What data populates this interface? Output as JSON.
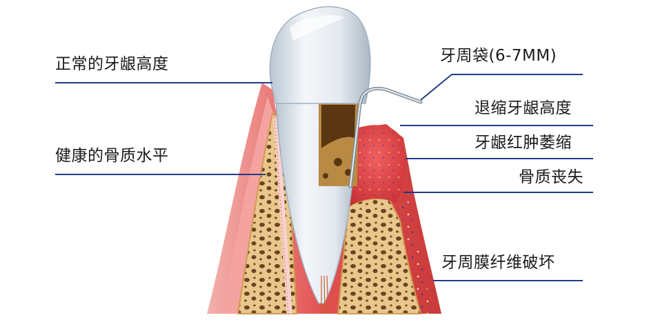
{
  "diagram": {
    "labels_left": [
      {
        "text": "正常的牙龈高度"
      },
      {
        "text": "健康的骨质水平"
      }
    ],
    "labels_right": [
      {
        "text": "牙周袋(6-7MM)"
      },
      {
        "text": "退缩牙龈高度"
      },
      {
        "text": "牙龈红肿萎缩"
      },
      {
        "text": "骨质丧失"
      },
      {
        "text": "牙周膜纤维破坏"
      }
    ]
  },
  "colors": {
    "accent_line": "#1f3a8a",
    "gum": "#e2504f",
    "gum_light": "#f4a3a0",
    "bone": "#e5c48a",
    "tooth": "#e6ecf1"
  }
}
